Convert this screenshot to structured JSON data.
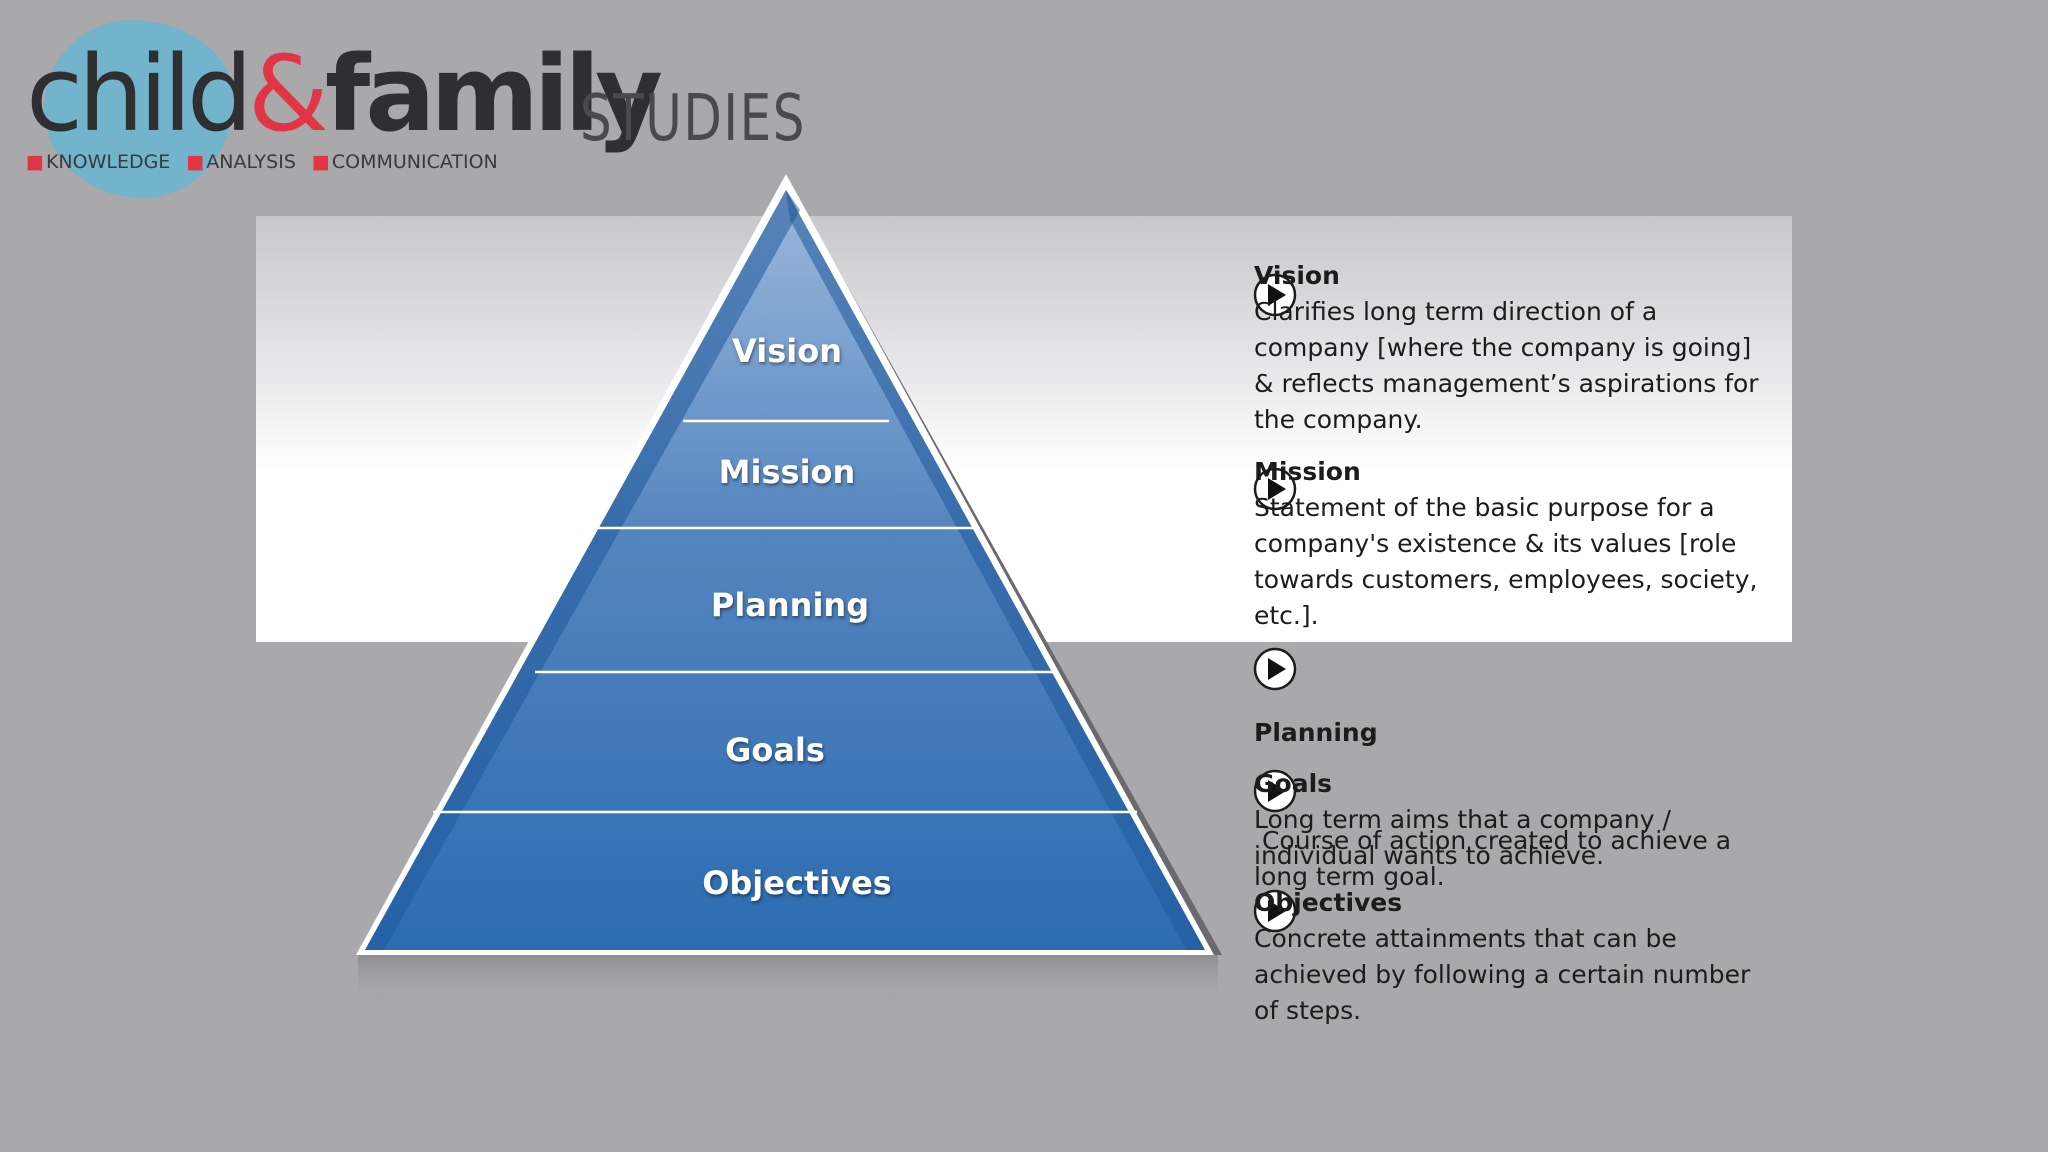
{
  "logo": {
    "word_child": "child",
    "word_amp": "&",
    "word_family": "family",
    "word_studies": "STUDIES",
    "tag_knowledge": "KNOWLEDGE",
    "tag_analysis": "ANALYSIS",
    "tag_communication": "COMMUNICATION"
  },
  "pyramid": {
    "levels": [
      "Vision",
      "Mission",
      "Planning",
      "Goals",
      "Objectives"
    ]
  },
  "descriptions": [
    {
      "title": "Vision",
      "body": "Clarifies long term direction of a company [where the company is going] & reflects management’s aspirations for the company."
    },
    {
      "title": "Mission",
      "body": "Statement of the basic purpose for a company's existence & its values [role towards customers, employees, society, etc.]."
    },
    {
      "title": "Planning",
      "body": " Course of action created to achieve a long term goal."
    },
    {
      "title": "Goals",
      "body": "Long term aims that a company / individual wants to achieve."
    },
    {
      "title": "Objectives",
      "body": "Concrete attainments that can be achieved by following a certain number of steps."
    }
  ],
  "colors": {
    "background": "#a9a8aa",
    "pyramid_top": "#8fb0d8",
    "pyramid_bottom": "#2f6fb5",
    "logo_accent": "#e03545",
    "logo_blob": "#72b4cc"
  },
  "icons": [
    "play-circle-icon"
  ]
}
